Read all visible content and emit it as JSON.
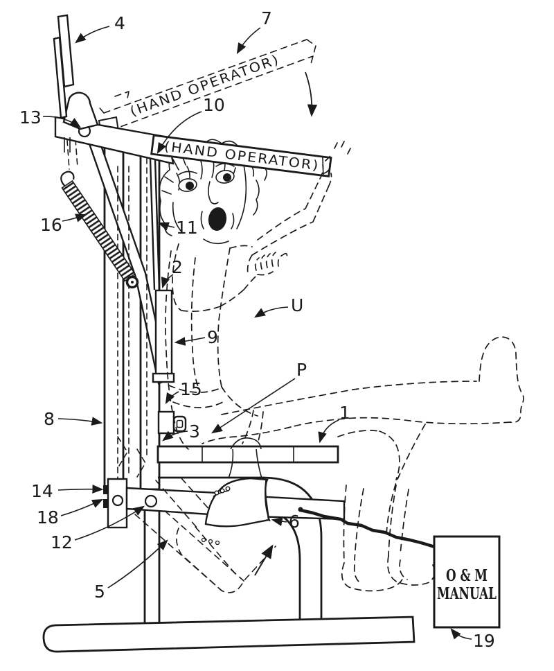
{
  "figure": {
    "type": "patent-line-drawing",
    "subject": "child lift/stand-assist chair with hand operator lever, spring mechanism and foot pedal",
    "background": "#ffffff",
    "ink": "#1a1a1a"
  },
  "labels": {
    "hand_operator_raised": "(HAND OPERATOR)",
    "hand_operator_lowered": "(HAND OPERATOR)",
    "manual_line1": "O & M",
    "manual_line2": "MANUAL"
  },
  "callouts": {
    "n1": "1",
    "n2": "2",
    "n3": "3",
    "n4": "4",
    "n5": "5",
    "n6": "6",
    "n7": "7",
    "n8": "8",
    "n9": "9",
    "n10": "10",
    "n11": "11",
    "n12": "12",
    "n13": "13",
    "n14": "14",
    "n15": "15",
    "n16": "16",
    "n18": "18",
    "n19": "19",
    "nU": "U",
    "nP": "P"
  }
}
